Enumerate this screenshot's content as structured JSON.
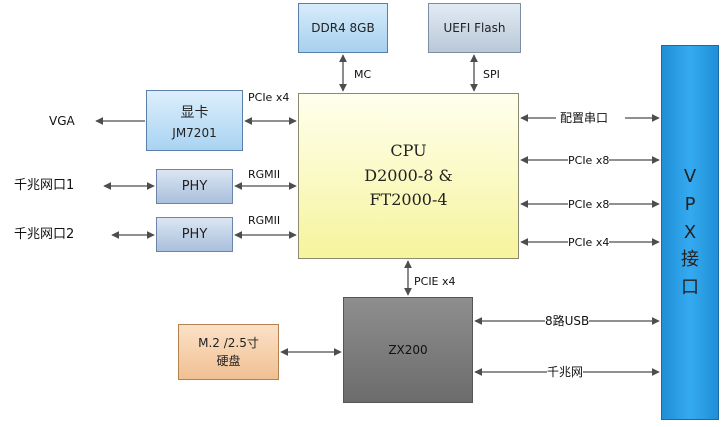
{
  "blocks": {
    "ddr4": "DDR4 8GB",
    "uefi": "UEFI Flash",
    "gpu_line1": "显卡",
    "gpu_line2": "JM7201",
    "phy1": "PHY",
    "phy2": "PHY",
    "cpu_line1": "CPU",
    "cpu_line2": "D2000-8 &",
    "cpu_line3": "FT2000-4",
    "zx200": "ZX200",
    "m2_line1": "M.2 /2.5寸",
    "m2_line2": "硬盘",
    "vpx_chars": [
      "V",
      "P",
      "X",
      "接",
      "口"
    ]
  },
  "external": {
    "vga": "VGA",
    "gbe1": "千兆网口1",
    "gbe2": "千兆网口2"
  },
  "links": {
    "mc": "MC",
    "spi": "SPI",
    "gpu_pcie": "PCIe x4",
    "rgmii1": "RGMII",
    "rgmii2": "RGMII",
    "zx_pcie": "PCIE x4",
    "serial": "配置串口",
    "pcie_x8_1": "PCIe x8",
    "pcie_x8_2": "PCIe x8",
    "pcie_x4": "PCIe x4",
    "usb": "8路USB",
    "gbe": "千兆网"
  },
  "colors": {
    "cpu": "#f6f49c",
    "vpx": "#1f8fd6",
    "zx200": "#7a7a7a",
    "storage": "#f1c093",
    "memory": "#a7d0ef",
    "phy": "#a9bfdc",
    "arrow": "#4d4d4d"
  }
}
